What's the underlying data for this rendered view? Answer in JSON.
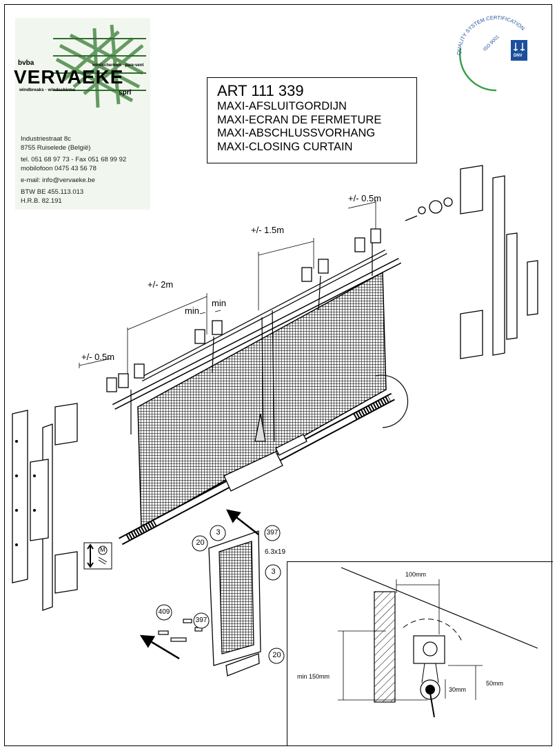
{
  "company": {
    "legal_form": "bvba",
    "name": "VERVAEKE",
    "tagline_top": "windbreaks · windschirme",
    "tagline_right": "windschermen · pare-vent",
    "suffix": "sprl",
    "address_line": "Industriestraat 8c",
    "city_line": "8755 Ruiselede (België)",
    "tel_line": "tel. 051 68 97 73 - Fax 051 68 99 92",
    "mobile_line": "mobilofoon 0475 43 56 78",
    "email_line": "e-mail: info@vervaeke.be",
    "vat_line": "BTW BE 455.113.013",
    "hrb_line": "H.R.B. 82.191"
  },
  "certification": {
    "ring_text": "QUALITY SYSTEM CERTIFICATION",
    "standard": "ISO 9001",
    "body": "DNV"
  },
  "title": {
    "art": "ART 111 339",
    "nl": "MAXI-AFSLUITGORDIJN",
    "fr": "MAXI-ECRAN DE FERMETURE",
    "de": "MAXI-ABSCHLUSSVORHANG",
    "en": "MAXI-CLOSING CURTAIN"
  },
  "dimensions": {
    "d_05_left": "+/- 0.5m",
    "d_2m": "+/- 2m",
    "d_min_1": "min",
    "d_min_2": "min",
    "d_15m": "+/- 1.5m",
    "d_05_right": "+/- 0.5m"
  },
  "callouts": {
    "c20_top": "20",
    "c3_top": "3",
    "c397_top": "397",
    "screw": "6.3x19",
    "c3_right": "3",
    "c409": "409",
    "c397_mid": "397",
    "c20_bottom": "20",
    "motor_symbol": "M"
  },
  "inset": {
    "dim_100": "100mm",
    "dim_min150": "min 150mm",
    "dim_50": "50mm",
    "dim_30": "30mm"
  },
  "colors": {
    "line": "#000000",
    "logo_green": "#3a8a3a",
    "dnv_blue": "#1d4f9c",
    "iso_green": "#3aa04a"
  }
}
